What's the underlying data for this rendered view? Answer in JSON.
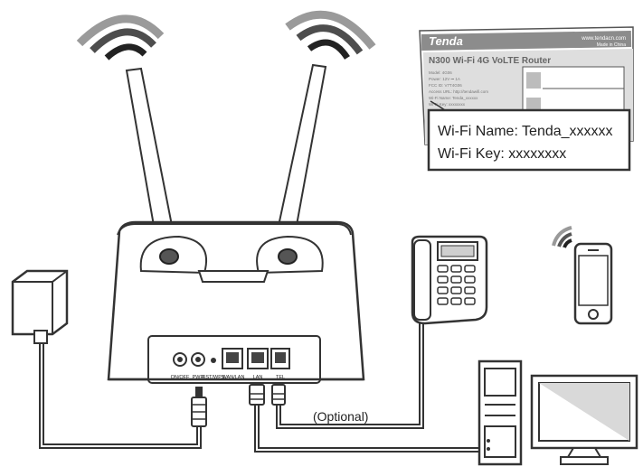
{
  "label_sticker": {
    "brand": "Tenda",
    "website": "www.tendacn.com",
    "made_in": "Made in China",
    "model_title": "N300  Wi-Fi 4G VoLTE Router",
    "small_lines": [
      "Model: 4G06",
      "Power: 12V ⎓ 1A",
      "FCC ID: V7T4G06",
      "Access URL: http://tendawifi.com",
      "Wi-Fi Name: Tenda_xxxxxx",
      "Wi-Fi Key: xxxxxxxx"
    ],
    "zoom_wifi_name": "Wi-Fi Name: Tenda_xxxxxx",
    "zoom_wifi_key": "Wi-Fi Key: xxxxxxxx"
  },
  "ports": {
    "on_off": "ON/OFF",
    "pwr": "PWR",
    "rst_wps": "RST/WPS",
    "wan_lan": "WAN/LAN",
    "lan": "LAN",
    "tel": "TEL"
  },
  "cable_note": "(Optional)",
  "colors": {
    "line": "#333333",
    "gray": "#8c8c8c",
    "light": "#d9d9d9"
  }
}
